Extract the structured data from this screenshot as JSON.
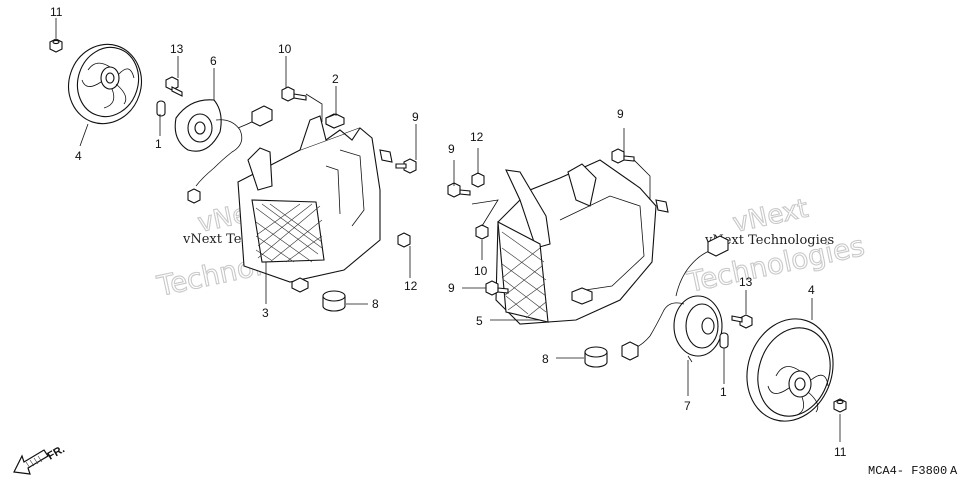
{
  "callouts": {
    "c11a": "11",
    "c13a": "13",
    "c6": "6",
    "c10a": "10",
    "c2": "2",
    "c9a": "9",
    "c1a": "1",
    "c4a": "4",
    "c3": "3",
    "c8a": "8",
    "c12a": "12",
    "c9b": "9",
    "c12b": "12",
    "c9c": "9",
    "c10b": "10",
    "c9d": "9",
    "c5": "5",
    "c8b": "8",
    "c13b": "13",
    "c4b": "4",
    "c1b": "1",
    "c7": "7",
    "c11b": "11"
  },
  "watermarks": {
    "w1": "vNext",
    "w2": "Technologies",
    "w3": "vNext Technologies",
    "w4": "vNext",
    "w5": "Technologies",
    "w6": "vNext Technologies"
  },
  "direction_label": "FR.",
  "figure_code": "MCA4- F3800",
  "figure_code_suffix": "A"
}
